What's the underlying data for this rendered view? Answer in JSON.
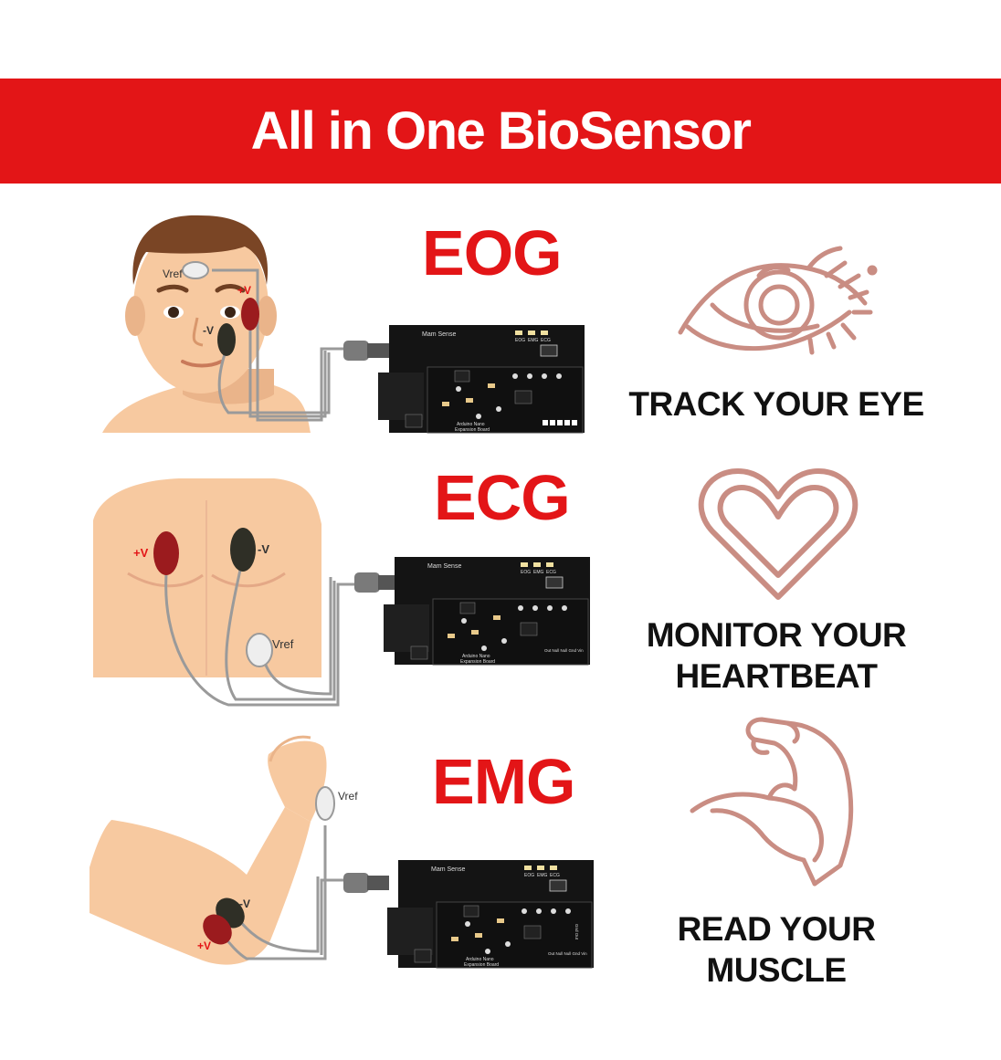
{
  "header": {
    "title": "All in One BioSensor"
  },
  "colors": {
    "brand_red": "#e31517",
    "icon_stroke": "#c98d83",
    "skin": "#f7c9a0",
    "board": "#141414",
    "electrode_red": "#9b1b1e",
    "electrode_dark": "#2f2f26"
  },
  "sections": [
    {
      "id": "eog",
      "title": "EOG",
      "caption": [
        "TRACK YOUR EYE"
      ],
      "icon": "eye-icon",
      "electrodes": [
        "Vref",
        "+V",
        "-V"
      ]
    },
    {
      "id": "ecg",
      "title": "ECG",
      "caption": [
        "MONITOR YOUR",
        "HEARTBEAT"
      ],
      "icon": "heart-icon",
      "electrodes": [
        "+V",
        "-V",
        "Vref"
      ]
    },
    {
      "id": "emg",
      "title": "EMG",
      "caption": [
        "READ YOUR",
        "MUSCLE"
      ],
      "icon": "muscle-icon",
      "electrodes": [
        "Vref",
        "-V",
        "+V"
      ]
    }
  ],
  "board": {
    "brand": "Mam Sense",
    "modes": [
      "EOG",
      "EMG",
      "ECG"
    ],
    "expansion_label": [
      "Arduino Nano",
      "Expansion Board"
    ],
    "side_label": "Gnd Out",
    "pin_label": "Out Null Null Gnd Vin"
  }
}
